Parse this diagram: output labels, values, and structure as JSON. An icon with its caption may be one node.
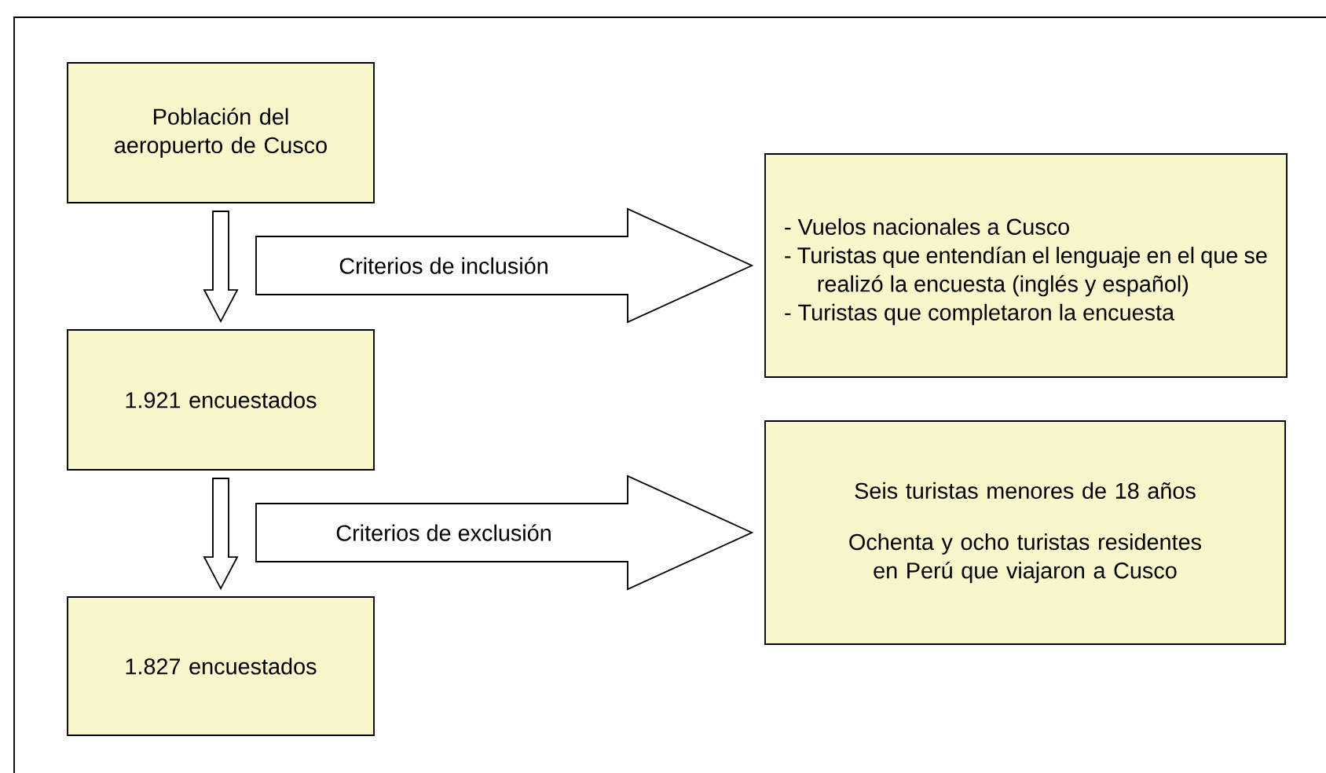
{
  "diagram": {
    "nodes": [
      {
        "text": [
          "Población del aeropuerto de Cusco"
        ]
      },
      {
        "text": [
          "1.921 encuestados"
        ]
      },
      {
        "text": [
          "1.827 encuestados"
        ]
      },
      {
        "text": [
          "- Vuelos nacionales a Cusco",
          "- Turistas que entendían el lenguaje en el que se realizó la encuesta (inglés y español)",
          "- Turistas que completaron la encuesta"
        ]
      },
      {
        "text": [
          "Seis turistas menores de 18 años",
          "Ochenta y ocho turistas residentes en Perú que viajaron a Cusco"
        ]
      }
    ],
    "edges": [
      {
        "from": 0,
        "to": 1,
        "arrow": "to"
      },
      {
        "from": null,
        "to": 3,
        "arrow": "to",
        "label": "Criterios de inclusión"
      },
      {
        "from": 1,
        "to": 2,
        "arrow": "to"
      },
      {
        "from": null,
        "to": 4,
        "arrow": "to",
        "label": "Criterios de exclusión"
      }
    ]
  }
}
